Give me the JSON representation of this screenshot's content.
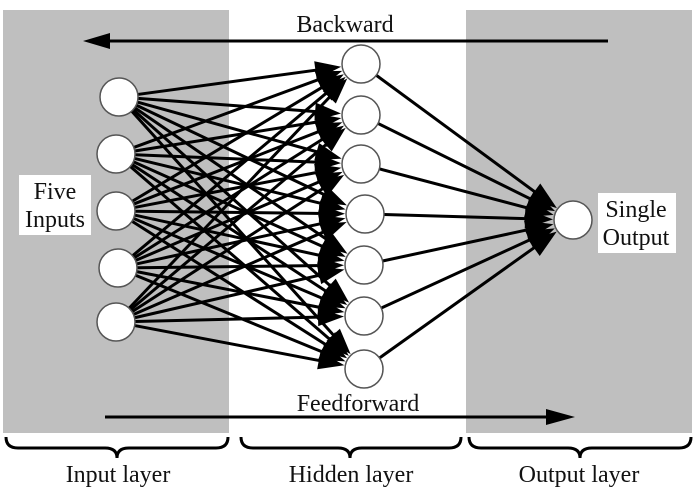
{
  "diagram": {
    "title": "Neural network with five inputs, seven hidden neurons and a single output",
    "colors": {
      "panel": "#bfbfbf",
      "background": "#ffffff",
      "stroke": "#000000",
      "node_fill": "#ffffff",
      "node_stroke": "#555555"
    },
    "labels": {
      "backward": "Backward",
      "feedforward": "Feedforward",
      "inputs_line1": "Five",
      "inputs_line2": "Inputs",
      "output_line1": "Single",
      "output_line2": "Output"
    },
    "layers": [
      {
        "name": "Input layer",
        "nodes": 5
      },
      {
        "name": "Hidden layer",
        "nodes": 7
      },
      {
        "name": "Output layer",
        "nodes": 1
      }
    ],
    "connections": "fully-connected",
    "flows": [
      {
        "label": "Backward",
        "direction": "right-to-left"
      },
      {
        "label": "Feedforward",
        "direction": "left-to-right"
      }
    ]
  }
}
